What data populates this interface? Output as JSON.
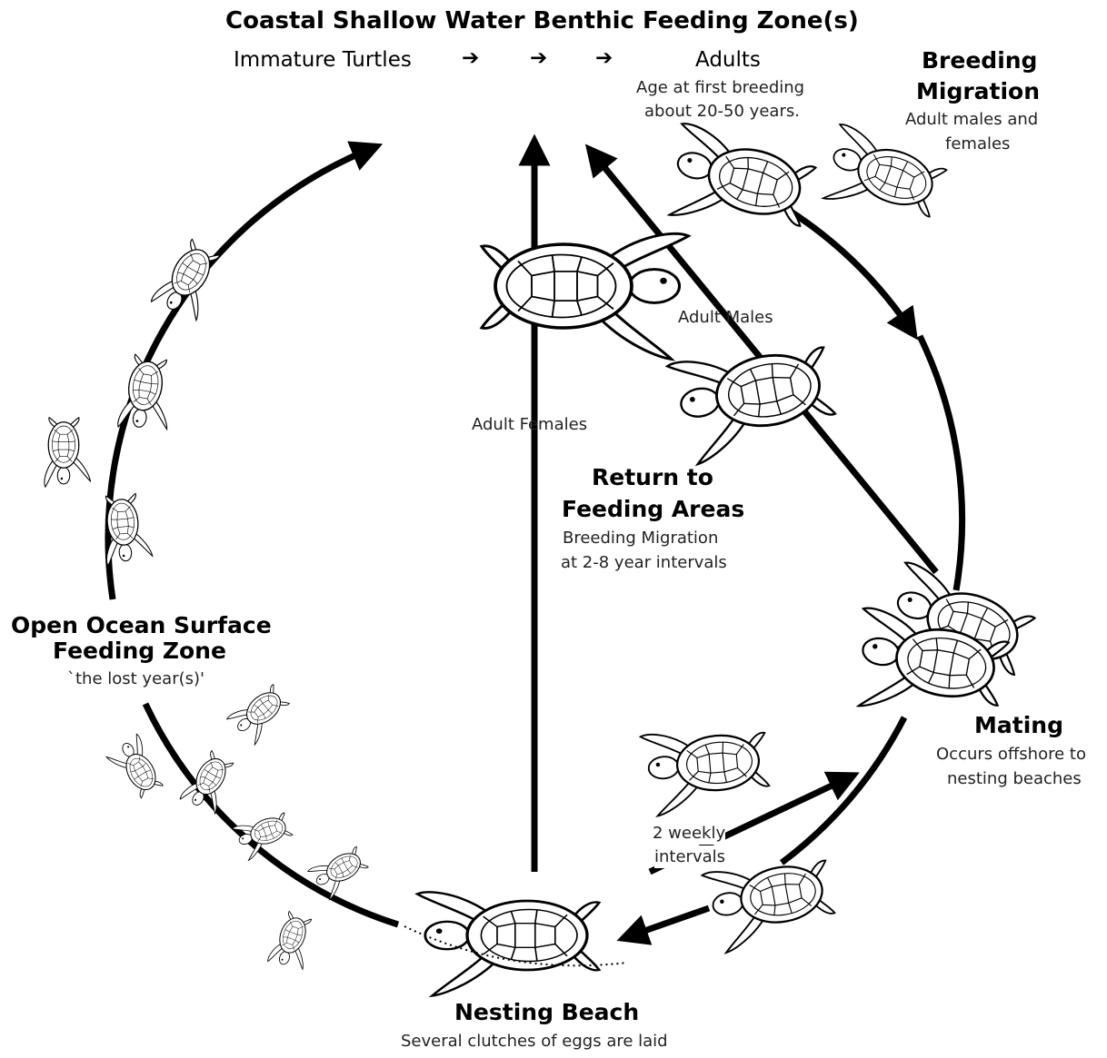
{
  "top": {
    "title": "Coastal Shallow Water Benthic Feeding Zone(s)",
    "immature": "Immature Turtles",
    "arrows": [
      "➔",
      "➔",
      "➔"
    ],
    "adults": "Adults",
    "age_line1": "Age at first breeding",
    "age_line2": "about 20-50 years."
  },
  "breeding": {
    "line1": "Breeding",
    "line2": "Migration",
    "sub1": "Adult males and",
    "sub2": "females"
  },
  "ocean": {
    "line1": "Open Ocean Surface",
    "line2": "Feeding Zone",
    "sub": "`the lost year(s)'"
  },
  "center": {
    "adult_males": "Adult Males",
    "adult_females": "Adult Females",
    "return1": "Return to",
    "return2": "Feeding Areas",
    "sub1": "Breeding Migration",
    "sub2": "at 2-8 year intervals"
  },
  "mating": {
    "title": "Mating",
    "sub1": "Occurs offshore to",
    "sub2": "nesting beaches"
  },
  "weekly": {
    "line1": "2 weekly",
    "line2": "intervals"
  },
  "nesting": {
    "title": "Nesting Beach",
    "sub": "Several clutches of eggs are laid"
  },
  "icons": {
    "turtle": "sea-turtle-icon",
    "hatchling": "hatchling-turtle-icon"
  },
  "colors": {
    "ink": "#000000",
    "background": "#ffffff",
    "shell": "#ffffff"
  }
}
